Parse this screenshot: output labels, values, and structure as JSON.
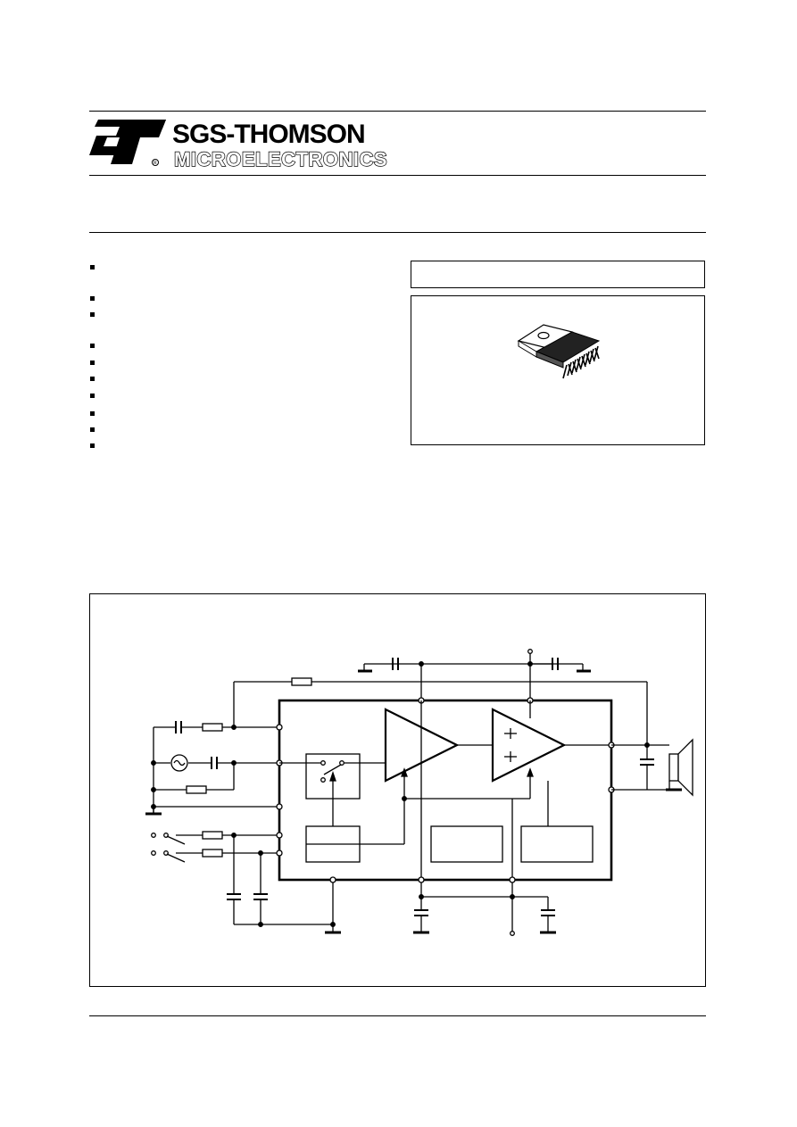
{
  "header": {
    "logo_mark": "ST",
    "brand_line1": "SGS-THOMSON",
    "brand_line2": "MICROELECTRONICS",
    "registered_mark": "®"
  },
  "feature_list": {
    "bullet_count": 10
  },
  "package_box": {
    "title": "",
    "package_icon": "multiwatt-package-icon"
  },
  "figure": {
    "type": "block-diagram",
    "caption": ""
  }
}
